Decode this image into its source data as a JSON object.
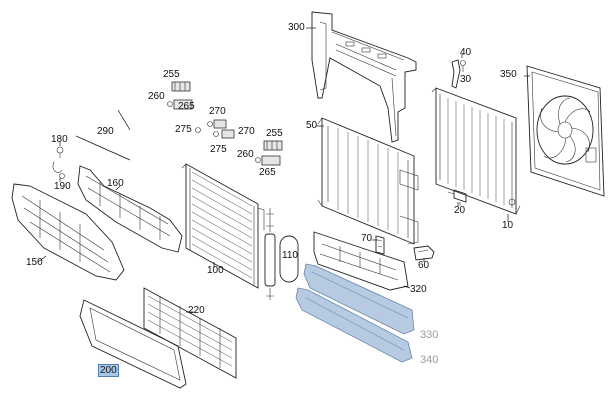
{
  "diagram": {
    "labels": {
      "p10": "10",
      "p20": "20",
      "p30": "30",
      "p40": "40",
      "p50": "50",
      "p60": "60",
      "p70": "70",
      "p100": "100",
      "p110": "110",
      "p150": "150",
      "p160": "160",
      "p180": "180",
      "p190": "190",
      "p200": "200",
      "p220": "220",
      "p255a": "255",
      "p255b": "255",
      "p260a": "260",
      "p260b": "260",
      "p265a": "265",
      "p265b": "265",
      "p270a": "270",
      "p270b": "270",
      "p275a": "275",
      "p275b": "275",
      "p290": "290",
      "p300": "300",
      "p320": "320",
      "p330": "330",
      "p340": "340",
      "p350": "350"
    },
    "highlighted_part": "200",
    "colors": {
      "highlight_fill": "#a8c7e8",
      "highlight_border": "#4f7fb8",
      "air_guide": "#b6cae2"
    }
  }
}
